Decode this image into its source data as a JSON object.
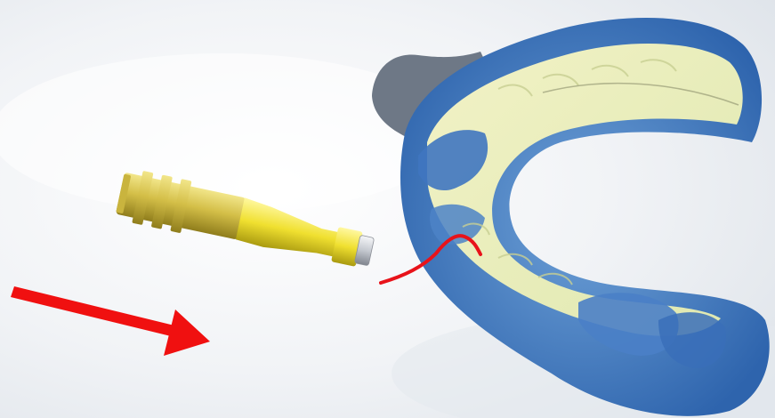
{
  "scene": {
    "background_color": "#eef1f5",
    "objects": [
      {
        "name": "dental-impression-tray",
        "colors": {
          "outer": "#4f86c6",
          "inner": "#e6ebb6",
          "handle": "#6f7a88"
        }
      },
      {
        "name": "implant-analog",
        "colors": {
          "body": "#d6c24a",
          "tip": "#f0e43a",
          "cap": "#c9ccd2"
        }
      },
      {
        "name": "red-arrow",
        "color": "#f01010"
      },
      {
        "name": "red-marker-line",
        "color": "#e8131a"
      }
    ]
  }
}
